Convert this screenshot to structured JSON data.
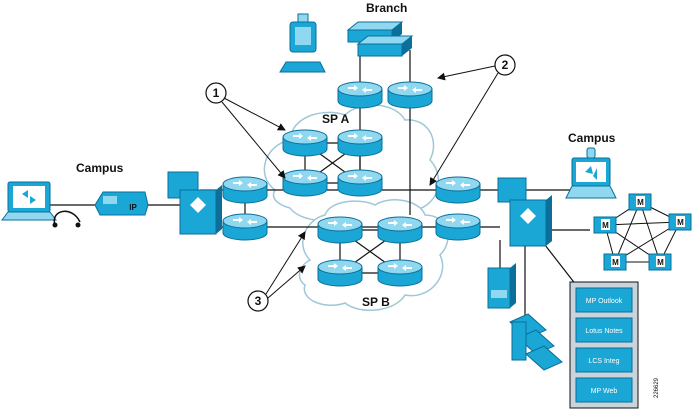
{
  "labels": {
    "branch": "Branch",
    "campus_left": "Campus",
    "campus_right": "Campus",
    "sp_a": "SP A",
    "sp_b": "SP B",
    "ip_phone": "IP",
    "figure_id": "226629"
  },
  "callouts": [
    "1",
    "2",
    "3"
  ],
  "apps": [
    "MP Outlook",
    "Lotus Notes",
    "LCS Integ",
    "MP Web"
  ],
  "mcu_label": "M",
  "colors": {
    "device": "#1aa7d6",
    "device_dark": "#0b6f99",
    "device_top": "#8fd8f0",
    "line": "#111111",
    "cloud": "#9ec7d8",
    "app_box": "#c8d3da"
  }
}
